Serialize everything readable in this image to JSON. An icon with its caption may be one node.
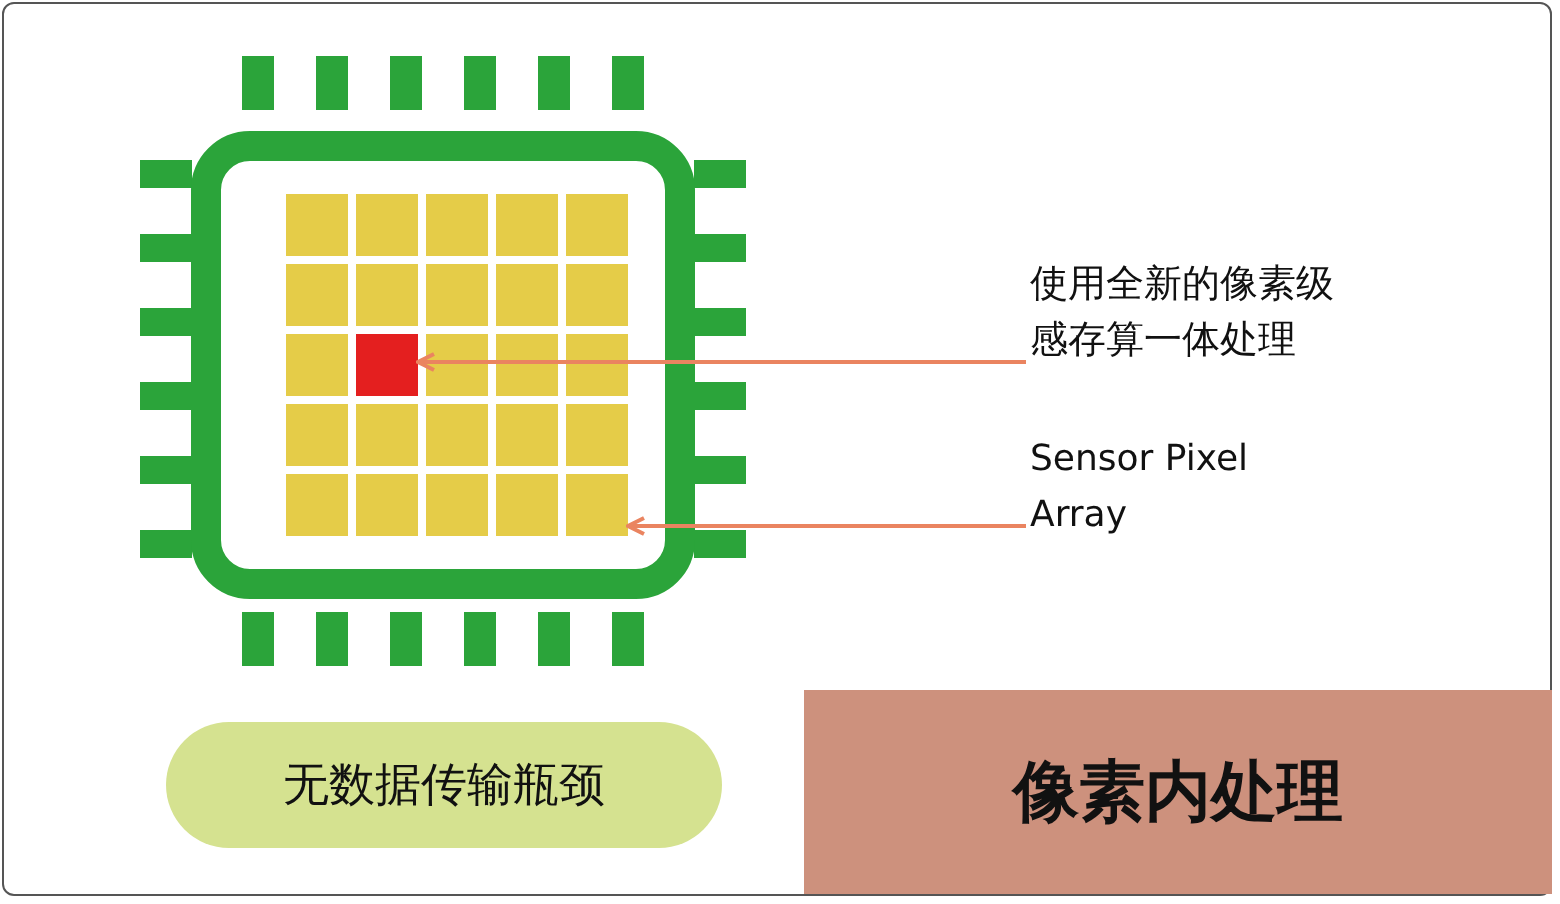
{
  "diagram": {
    "nodes": [
      {
        "text": [
          "使用全新的像素级感存算一体处理"
        ]
      },
      {
        "text": [],
        "shape": "box"
      },
      {
        "text": [],
        "shape": "box",
        "in": 1
      },
      {
        "text": [
          "Sensor Pixel Array"
        ]
      },
      {
        "text": [
          "无数据传输瓶颈"
        ]
      },
      {
        "text": [
          "像素内处理"
        ]
      }
    ],
    "edges": [
      {
        "from": 0,
        "to": 2,
        "arrow": "to"
      },
      {
        "from": 3,
        "to": 1,
        "arrow": "to"
      }
    ]
  }
}
